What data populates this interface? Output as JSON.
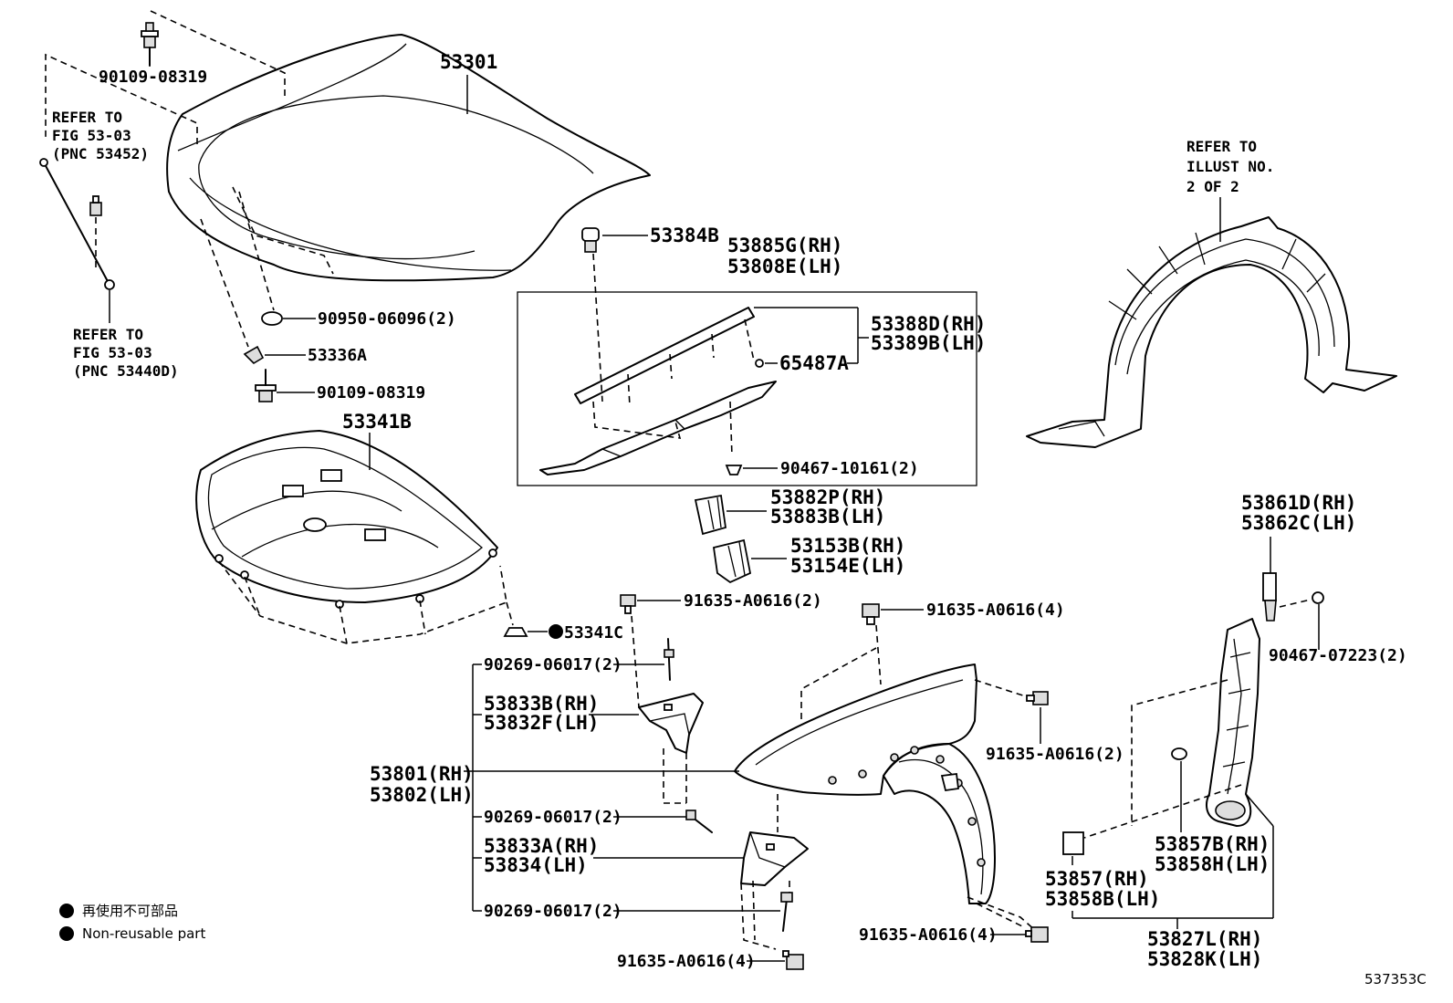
{
  "labels": {
    "hood": "53301",
    "hood_bolt_top": "90109-08319",
    "refer_top_1": "REFER TO",
    "refer_top_2": "FIG 53-03",
    "refer_top_3": "(PNC 53452)",
    "refer_bot_1": "REFER TO",
    "refer_bot_2": "FIG 53-03",
    "refer_bot_3": "(PNC 53440D)",
    "cushion": "90950-06096(2)",
    "hinge_clip": "53336A",
    "hood_bolt_bottom": "90109-08319",
    "insulator": "53341B",
    "insulator_clip": "53341C",
    "cap": "53384B",
    "seal_rh": "53885G(RH)",
    "seal_lh": "53808E(LH)",
    "seal_sub_rh": "53388D(RH)",
    "seal_sub_lh": "53389B(LH)",
    "seal_clip": "65487A",
    "seal_grommet": "90467-10161(2)",
    "cushion_rh": "53882P(RH)",
    "cushion_lh": "53883B(LH)",
    "pad_rh": "53153B(RH)",
    "pad_lh": "53154E(LH)",
    "refer_r_1": "REFER TO",
    "refer_r_2": "ILLUST NO.",
    "refer_r_3": "2 OF 2",
    "mud_rh": "53861D(RH)",
    "mud_lh": "53862C(LH)",
    "clip_mud": "90467-07223(2)",
    "bolt_a": "91635-A0616(2)",
    "bolt_b": "91635-A0616(4)",
    "bolt_c": "91635-A0616(2)",
    "bolt_d": "91635-A0616(4)",
    "bolt_e": "91635-A0616(4)",
    "screw_1": "90269-06017(2)",
    "screw_2": "90269-06017(2)",
    "screw_3": "90269-06017(2)",
    "brk1_rh": "53833B(RH)",
    "brk1_lh": "53832F(LH)",
    "fender_rh": "53801(RH)",
    "fender_lh": "53802(LH)",
    "brk2_rh": "53833A(RH)",
    "brk2_lh": "53834(LH)",
    "plug_rh": "53857B(RH)",
    "plug_lh": "53858H(LH)",
    "seal2_rh": "53857(RH)",
    "seal2_lh": "53858B(LH)",
    "liner_rh": "53827L(RH)",
    "liner_lh": "53828K(LH)",
    "figure_id": "537353C"
  },
  "legend": {
    "jp": "再使用不可部品",
    "en": "Non-reusable part"
  },
  "colors": {
    "line": "#000000",
    "background": "#ffffff"
  },
  "icons": {
    "non_reusable_marker": "filled-circle-icon"
  }
}
